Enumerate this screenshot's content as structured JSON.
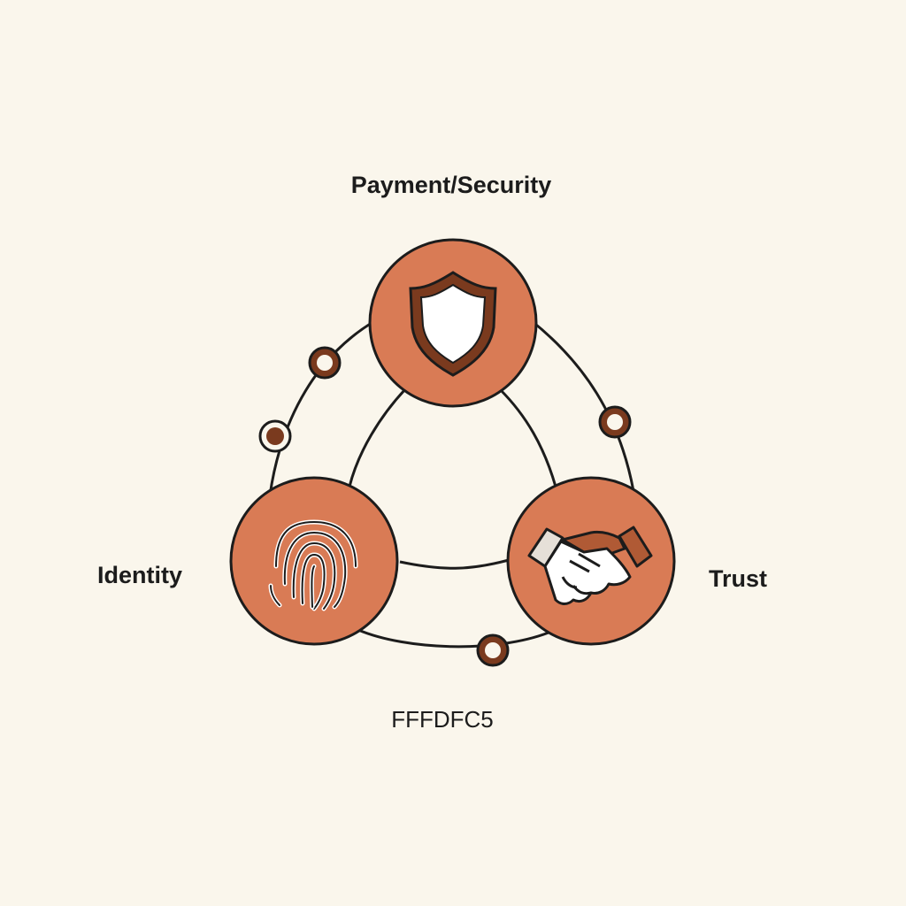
{
  "nodes": {
    "top": {
      "label": "Payment/Security",
      "icon": "shield-icon"
    },
    "left": {
      "label": "Identity",
      "icon": "fingerprint-icon"
    },
    "right": {
      "label": "Trust",
      "icon": "handshake-icon"
    }
  },
  "caption": "FFFDFC5",
  "colors": {
    "background": "#faf6ec",
    "node_fill": "#d97b55",
    "stroke": "#1c1c1c",
    "accent_dark": "#7a3a1e"
  }
}
